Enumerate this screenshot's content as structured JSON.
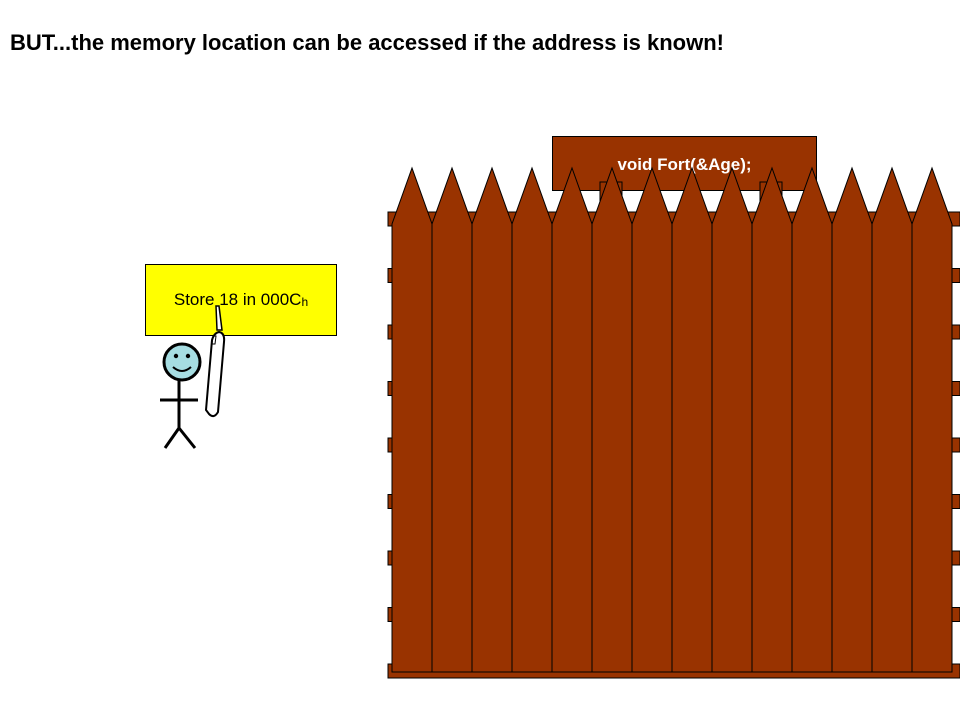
{
  "title": "BUT...the memory location can be accessed if the address is known!",
  "sign": {
    "text": "void Fort(&Age);"
  },
  "note": {
    "text": "Store 18 in 000C",
    "subscript": "h"
  },
  "fence": {
    "picket_count": 14,
    "rail_count": 9
  },
  "colors": {
    "fence": "#993300",
    "note": "#ffff00",
    "face": "#a6dde2",
    "outline": "#000000",
    "sign_text": "#ffffff"
  },
  "icons": [
    "fence",
    "stick-figure",
    "pen",
    "signpost"
  ]
}
